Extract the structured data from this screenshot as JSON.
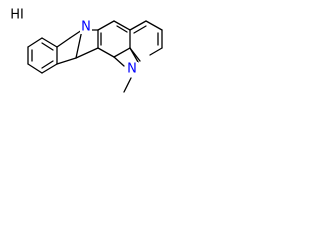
{
  "molecule": {
    "salt_label": "HI",
    "atoms": {
      "indole_nitrogen": "N",
      "pyridinium_nitrogen": "N",
      "methyl": "CH₃"
    }
  },
  "colors": {
    "bond": "#000000",
    "nitrogen": "#0000ff",
    "text": "#000000",
    "background": "#ffffff"
  }
}
